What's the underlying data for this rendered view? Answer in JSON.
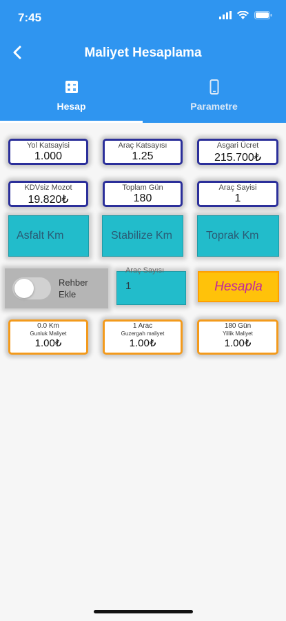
{
  "status": {
    "time": "7:45"
  },
  "header": {
    "title": "Maliyet Hesaplama"
  },
  "tabs": [
    {
      "label": "Hesap",
      "icon": "calculator-icon",
      "active": true
    },
    {
      "label": "Parametre",
      "icon": "phone-icon",
      "active": false
    }
  ],
  "params": [
    {
      "label": "Yol Katsayisi",
      "value": "1.000"
    },
    {
      "label": "Araç Katsayısı",
      "value": "1.25"
    },
    {
      "label": "Asgari Ücret",
      "value": "215.700₺"
    },
    {
      "label": "KDVsiz Mozot",
      "value": "19.820₺"
    },
    {
      "label": "Toplam Gün",
      "value": "180"
    },
    {
      "label": "Araç Sayisi",
      "value": "1"
    }
  ],
  "km_inputs": [
    {
      "placeholder": "Asfalt Km"
    },
    {
      "placeholder": "Stabilize Km"
    },
    {
      "placeholder": "Toprak Km"
    }
  ],
  "toggle": {
    "label_line1": "Rehber",
    "label_line2": "Ekle",
    "on": false
  },
  "arac_input": {
    "label": "Araç Sayısı",
    "value": "1"
  },
  "hesapla_button": "Hesapla",
  "results": [
    {
      "top": "0.0 Km",
      "sub": "Gunluk Maliyet",
      "value": "1.00₺"
    },
    {
      "top": "1 Arac",
      "sub": "Guzergah maliyet",
      "value": "1.00₺"
    },
    {
      "top": "180 Gün",
      "sub": "Yillik Maliyet",
      "value": "1.00₺"
    }
  ],
  "colors": {
    "header": "#2f95f0",
    "teal": "#22bccb",
    "orange": "#f39a1c",
    "navy_border": "#2b2f9a",
    "hesapla_bg": "#ffc20a"
  }
}
